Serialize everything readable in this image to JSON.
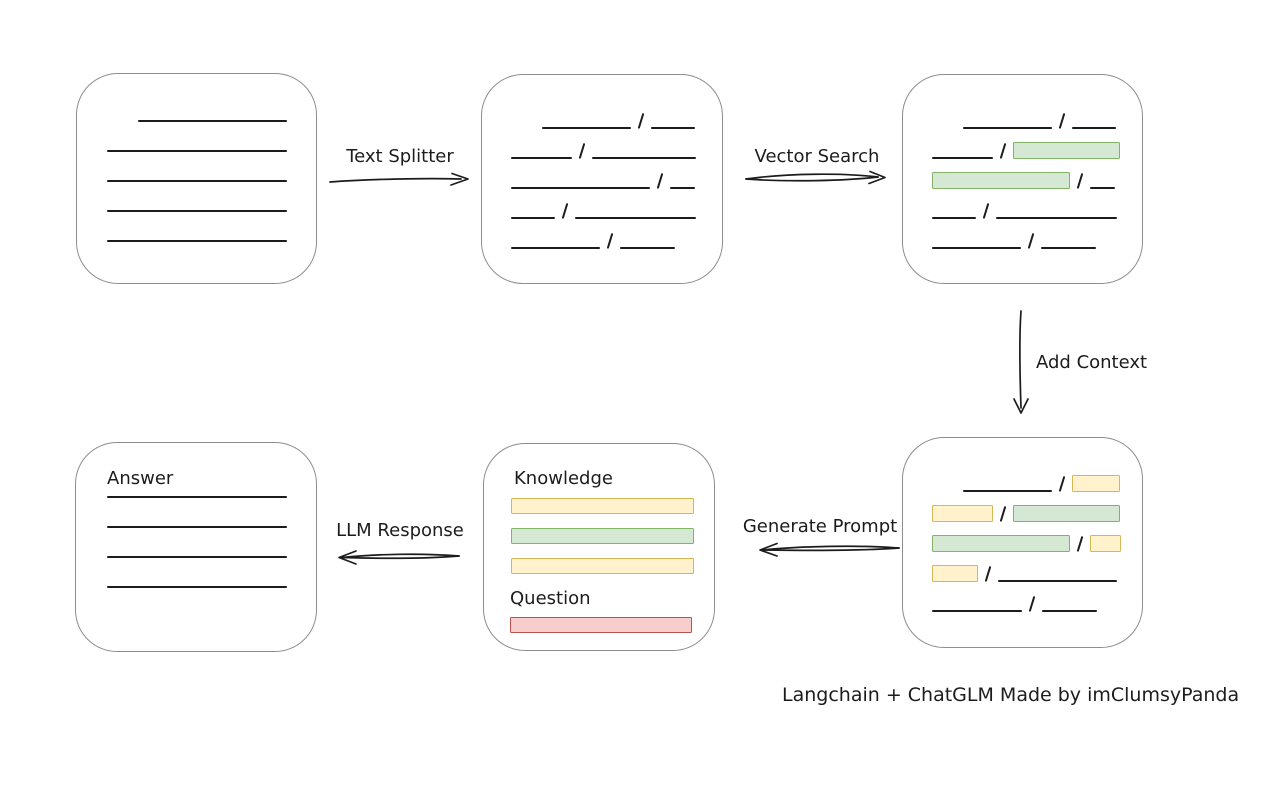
{
  "caption": "Langchain + ChatGLM Made by imClumsyPanda",
  "labels": {
    "text_splitter": "Text Splitter",
    "vector_search": "Vector Search",
    "add_context": "Add Context",
    "generate_prompt": "Generate Prompt",
    "llm_response": "LLM Response",
    "knowledge": "Knowledge",
    "question": "Question",
    "answer": "Answer"
  },
  "colors": {
    "ink": "#1c1c1c",
    "box_border": "#8d8d8d",
    "yellow_fill": "#fff2cc",
    "yellow_border": "#d6b656",
    "green_fill": "#d5e8d4",
    "green_border": "#82b366",
    "red_fill": "#f8cecc",
    "red_border": "#b85450"
  },
  "document_box": {
    "lines": [
      {
        "indent": 61,
        "w": 149
      },
      {
        "indent": 30,
        "w": 180
      },
      {
        "indent": 30,
        "w": 180
      },
      {
        "indent": 30,
        "w": 180
      },
      {
        "indent": 30,
        "w": 180
      }
    ]
  },
  "chunks_box": {
    "rows": [
      [
        {
          "kind": "indent",
          "w": 31
        },
        {
          "kind": "line",
          "w": 89
        },
        {
          "kind": "slash"
        },
        {
          "kind": "line",
          "w": 44
        }
      ],
      [
        {
          "kind": "line",
          "w": 61
        },
        {
          "kind": "slash"
        },
        {
          "kind": "line",
          "w": 104
        }
      ],
      [
        {
          "kind": "line",
          "w": 139
        },
        {
          "kind": "slash"
        },
        {
          "kind": "line",
          "w": 25
        }
      ],
      [
        {
          "kind": "line",
          "w": 44
        },
        {
          "kind": "slash"
        },
        {
          "kind": "line",
          "w": 121
        }
      ],
      [
        {
          "kind": "line",
          "w": 89
        },
        {
          "kind": "slash"
        },
        {
          "kind": "line",
          "w": 55
        }
      ]
    ]
  },
  "retrieved_box": {
    "rows": [
      [
        {
          "kind": "indent",
          "w": 31
        },
        {
          "kind": "line",
          "w": 89
        },
        {
          "kind": "slash"
        },
        {
          "kind": "line",
          "w": 44
        }
      ],
      [
        {
          "kind": "line",
          "w": 61
        },
        {
          "kind": "slash"
        },
        {
          "kind": "green",
          "w": 107
        }
      ],
      [
        {
          "kind": "green",
          "w": 138
        },
        {
          "kind": "slash"
        },
        {
          "kind": "line",
          "w": 25
        }
      ],
      [
        {
          "kind": "line",
          "w": 44
        },
        {
          "kind": "slash"
        },
        {
          "kind": "line",
          "w": 121
        }
      ],
      [
        {
          "kind": "line",
          "w": 89
        },
        {
          "kind": "slash"
        },
        {
          "kind": "line",
          "w": 55
        }
      ]
    ]
  },
  "context_box": {
    "rows": [
      [
        {
          "kind": "indent",
          "w": 31
        },
        {
          "kind": "line",
          "w": 89
        },
        {
          "kind": "slash"
        },
        {
          "kind": "yellow",
          "w": 48
        }
      ],
      [
        {
          "kind": "yellow",
          "w": 61
        },
        {
          "kind": "slash"
        },
        {
          "kind": "green",
          "w": 107
        }
      ],
      [
        {
          "kind": "green",
          "w": 138
        },
        {
          "kind": "slash"
        },
        {
          "kind": "yellow",
          "w": 31
        }
      ],
      [
        {
          "kind": "yellow",
          "w": 46
        },
        {
          "kind": "slash"
        },
        {
          "kind": "line",
          "w": 119
        }
      ],
      [
        {
          "kind": "line",
          "w": 90
        },
        {
          "kind": "slash"
        },
        {
          "kind": "line",
          "w": 55
        }
      ]
    ]
  },
  "prompt_box": {
    "knowledge_bars": [
      "yellow",
      "green",
      "yellow"
    ],
    "question_bars": [
      "red"
    ]
  },
  "answer_box": {
    "lines": [
      {
        "indent": 31,
        "w": 180
      },
      {
        "indent": 31,
        "w": 180
      },
      {
        "indent": 31,
        "w": 180
      },
      {
        "indent": 31,
        "w": 180
      }
    ]
  }
}
